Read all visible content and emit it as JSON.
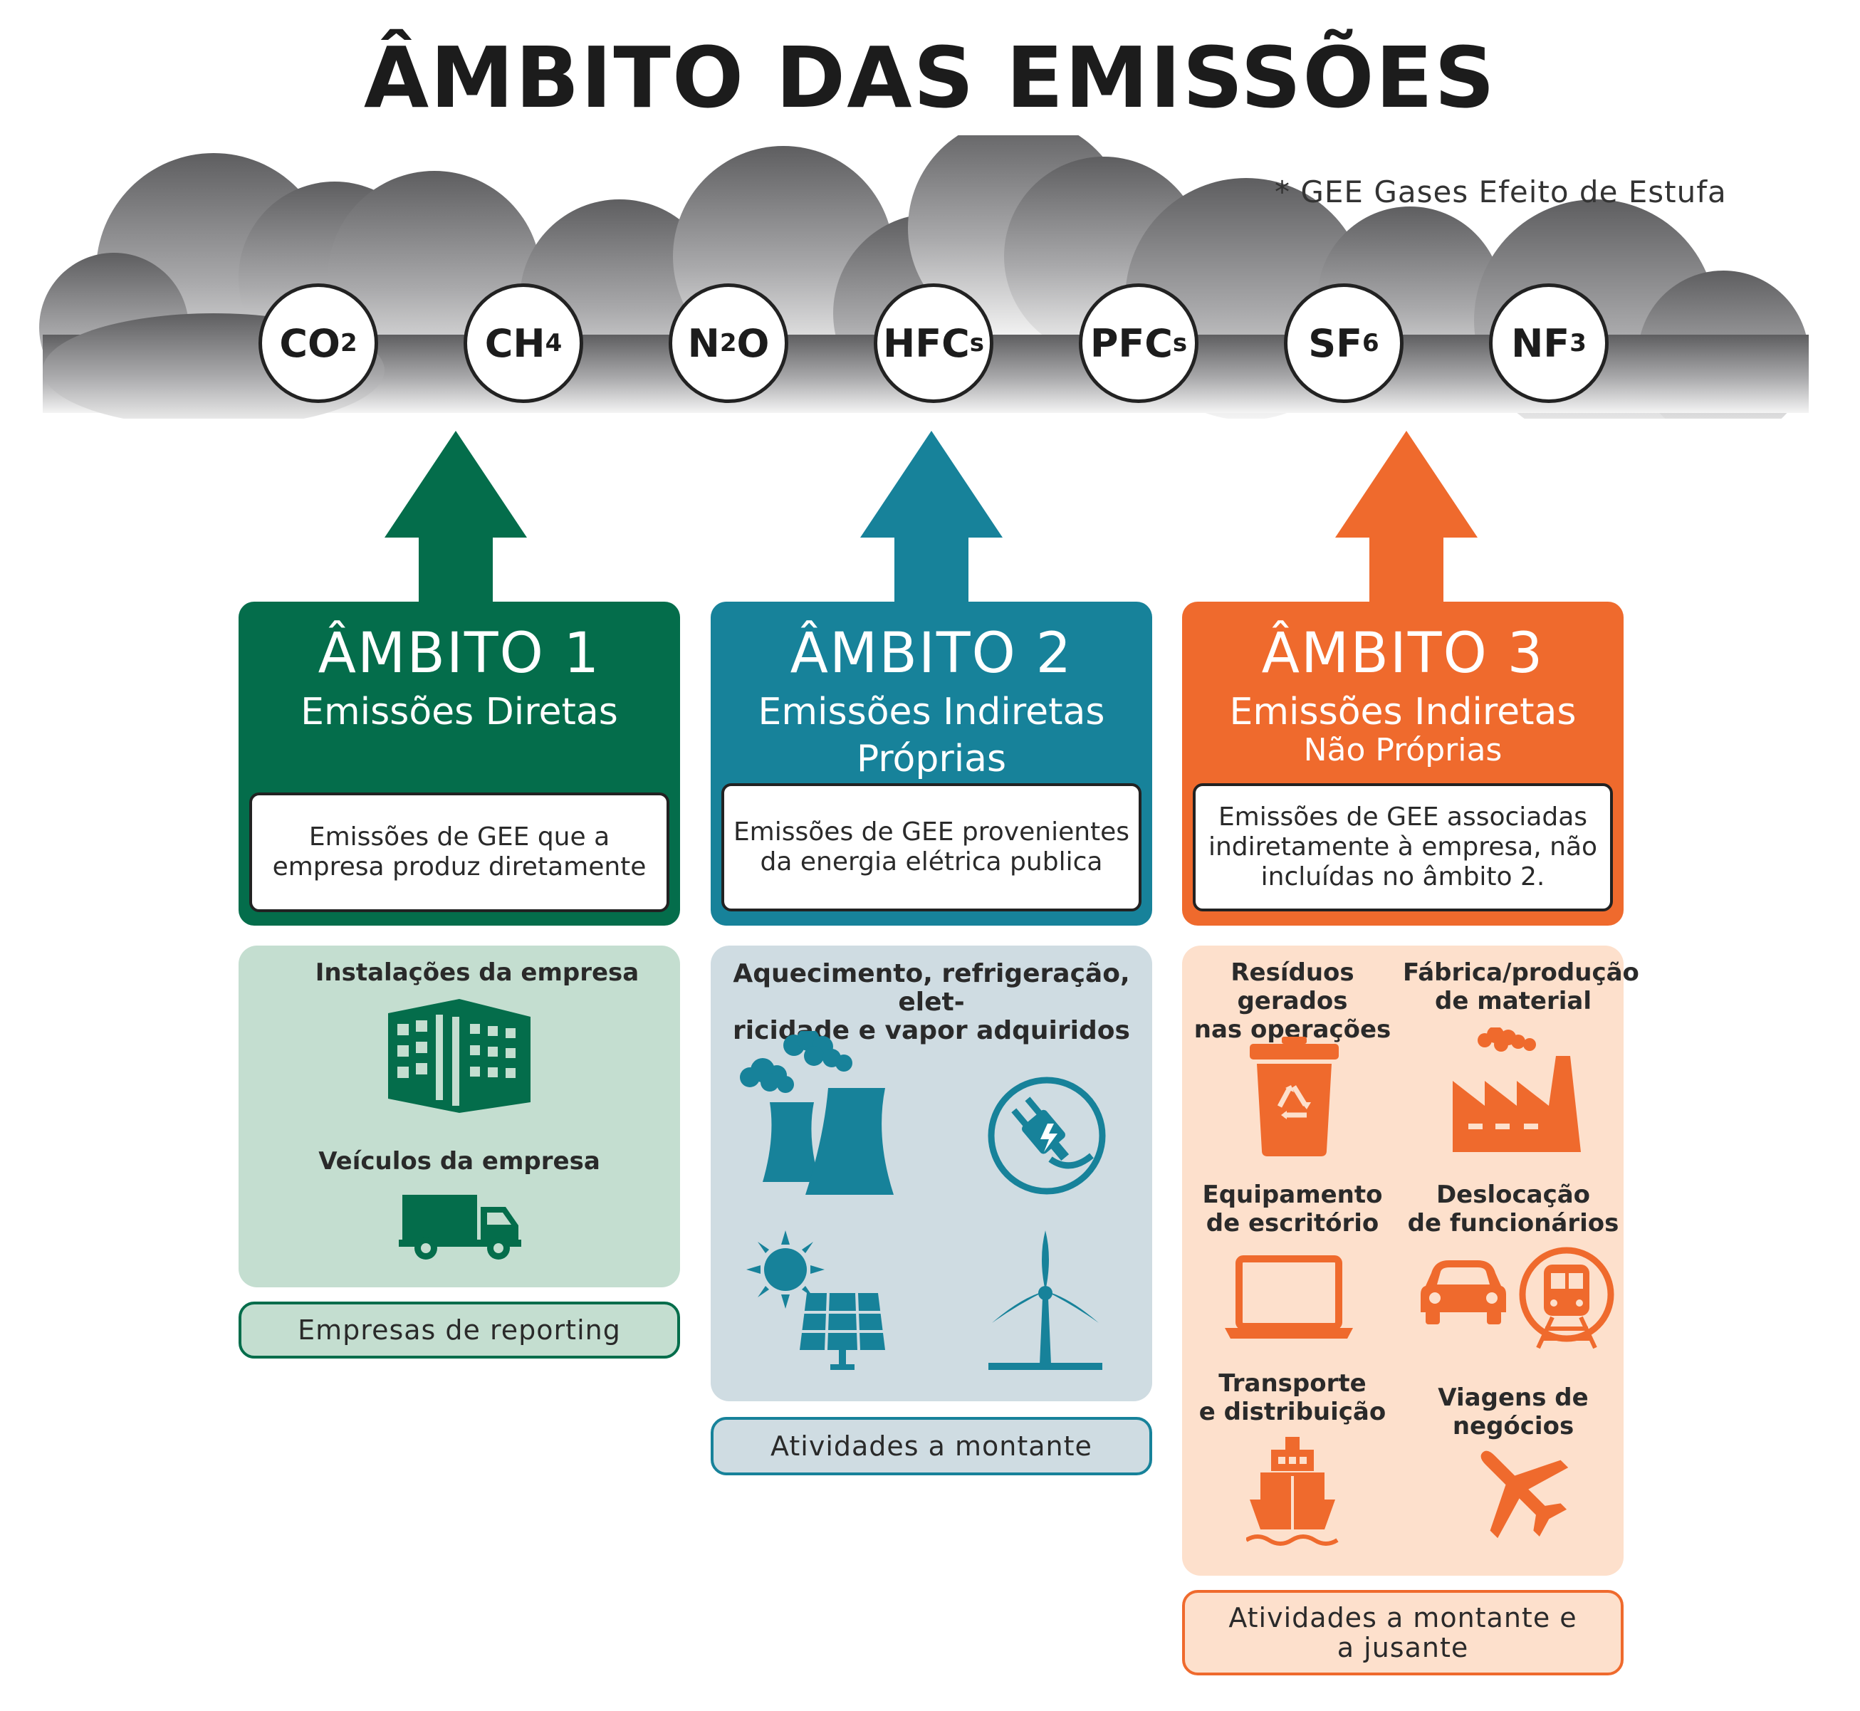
{
  "title": "ÂMBITO DAS EMISSÕES",
  "footnote": "* GEE  Gases Efeito de Estufa",
  "gases": [
    {
      "base": "CO",
      "sub": "2"
    },
    {
      "base": "CH",
      "sub": "4"
    },
    {
      "base": "N",
      "sub": "2",
      "tail": "O"
    },
    {
      "base": "HFC",
      "sub": "s"
    },
    {
      "base": "PFC",
      "sub": "s"
    },
    {
      "base": "SF",
      "sub": "6"
    },
    {
      "base": "NF",
      "sub": "3"
    }
  ],
  "colors": {
    "scope1": "#046d4b",
    "scope1_light": "#c4ded0",
    "scope2": "#17829a",
    "scope2_light": "#cfdce2",
    "scope3": "#ef6a2d",
    "scope3_light": "#fde0cc"
  },
  "scopes": [
    {
      "title": "ÂMBITO 1",
      "subtitle_line1": "Emissões Diretas",
      "subtitle_line2": "",
      "desc_line1": "Emissões de GEE que a",
      "desc_line2": "empresa produz diretamente",
      "desc_line3": "",
      "items": [
        {
          "label": "Instalações da empresa",
          "icon": "building-icon"
        },
        {
          "label": "Veículos da empresa",
          "icon": "truck-icon"
        }
      ],
      "footer_line1": "Empresas de reporting",
      "footer_line2": ""
    },
    {
      "title": "ÂMBITO 2",
      "subtitle_line1": "Emissões Indiretas",
      "subtitle_line2": "Próprias",
      "desc_line1": "Emissões de GEE provenientes",
      "desc_line2": "da energia elétrica publica",
      "desc_line3": "",
      "items_label_line1": "Aquecimento, refrigeração, elet-",
      "items_label_line2": "ricidade e vapor adquiridos",
      "items": [
        {
          "icon": "power-plant-icon"
        },
        {
          "icon": "electric-plug-icon"
        },
        {
          "icon": "solar-panel-icon"
        },
        {
          "icon": "wind-turbine-icon"
        }
      ],
      "footer_line1": "Atividades a montante",
      "footer_line2": ""
    },
    {
      "title": "ÂMBITO 3",
      "subtitle_line1": "Emissões Indiretas",
      "subtitle_line2": "Não Próprias",
      "desc_line1": "Emissões de GEE associadas",
      "desc_line2": "indiretamente à empresa, não",
      "desc_line3": "incluídas no âmbito 2.",
      "items": [
        {
          "label_line1": "Resíduos gerados",
          "label_line2": "nas operações",
          "icon": "recycle-bin-icon"
        },
        {
          "label_line1": "Fábrica/produção",
          "label_line2": "de material",
          "icon": "factory-icon"
        },
        {
          "label_line1": "Equipamento",
          "label_line2": "de escritório",
          "icon": "laptop-icon"
        },
        {
          "label_line1": "Deslocação",
          "label_line2": "de funcionários",
          "icon": "car-train-icon"
        },
        {
          "label_line1": "Transporte",
          "label_line2": "e distribuição",
          "icon": "ship-icon"
        },
        {
          "label_line1": "Viagens de",
          "label_line2": "negócios",
          "icon": "airplane-icon"
        }
      ],
      "footer_line1": "Atividades a montante e",
      "footer_line2": "a jusante"
    }
  ]
}
